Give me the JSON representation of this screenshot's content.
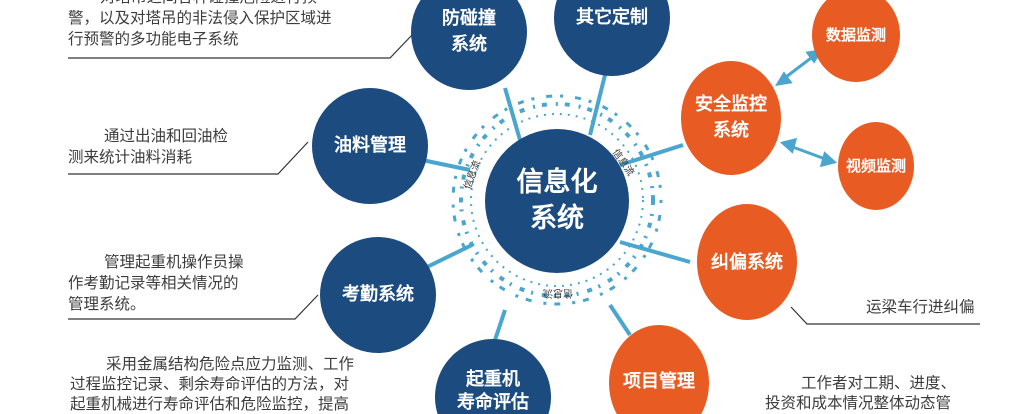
{
  "colors": {
    "blue": "#1b4b7f",
    "orange": "#e85b23",
    "link": "#4aa5cf",
    "text": "#3c3c3c"
  },
  "center": {
    "label": "信息化\n系统",
    "flow_label": "信息流"
  },
  "nodes": {
    "anticollision": "防碰撞\n系统",
    "custom": "其它定制",
    "fuel": "油料管理",
    "attendance": "考勤系统",
    "lifespan": "起重机\n寿命评估",
    "project": "项目管理",
    "correction": "纠偏系统",
    "safety": "安全监控\n系统",
    "data_monitor": "数据监测",
    "video_monitor": "视频监测"
  },
  "descriptions": {
    "anticollision": [
      "对塔吊之间各种碰撞危险进行预",
      "警，以及对塔吊的非法侵入保护区域进",
      "行预警的多功能电子系统"
    ],
    "fuel": [
      "通过出油和回油检",
      "测来统计油料消耗"
    ],
    "attendance": [
      "管理起重机操作员操",
      "作考勤记录等相关情况的",
      "管理系统。"
    ],
    "lifespan": [
      "采用金属结构危险点应力监测、工作",
      "过程监控记录、剩余寿命评估的方法，对",
      "起重机械进行寿命评估和危险监控，提高"
    ],
    "correction": [
      "运梁车行进纠偏"
    ],
    "project": [
      "工作者对工期、进度、",
      "投资和成本情况整体动态管"
    ]
  }
}
